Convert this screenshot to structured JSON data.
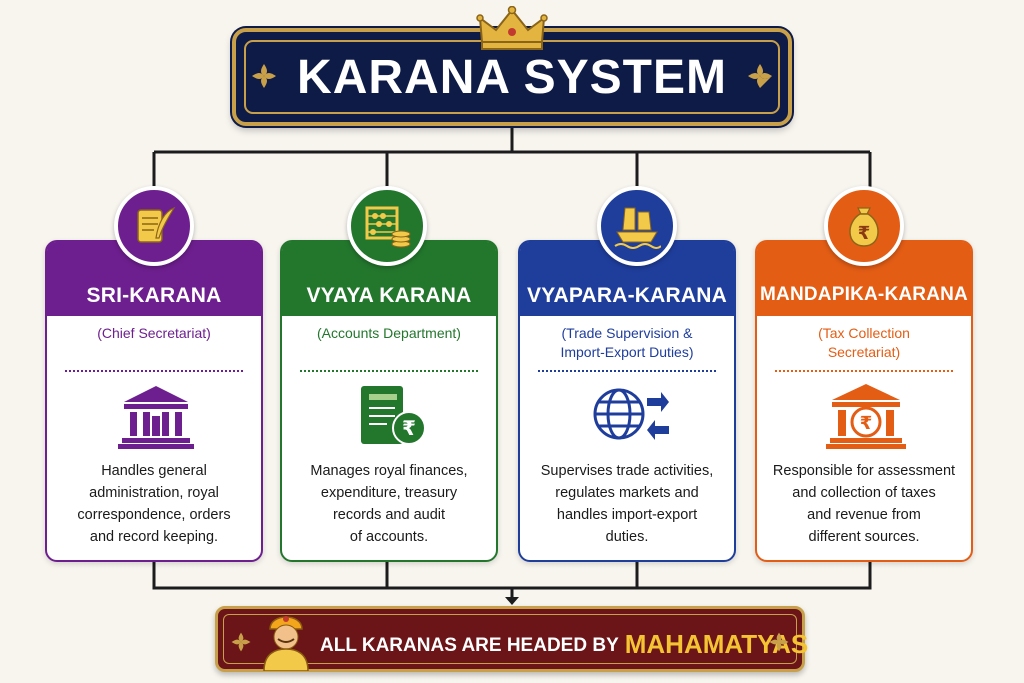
{
  "title": "KARANA SYSTEM",
  "colors": {
    "navy": "#0f1b47",
    "gold": "#c9a04a",
    "maroon": "#6b1518",
    "purple": "#6e1f8f",
    "green": "#23772d",
    "blue": "#1f3e9c",
    "orange": "#e35d15"
  },
  "cards": [
    {
      "title": "SRI-KARANA",
      "subtitle_lines": [
        "(Chief Secretariat)"
      ],
      "badge_icon": "scroll-quill-icon",
      "body_icon": "temple-building-icon",
      "description_lines": [
        "Handles general",
        "administration, royal",
        "correspondence, orders",
        "and record keeping."
      ]
    },
    {
      "title": "VYAYA KARANA",
      "subtitle_lines": [
        "(Accounts Department)"
      ],
      "badge_icon": "abacus-coins-icon",
      "body_icon": "ledger-rupee-icon",
      "description_lines": [
        "Manages royal finances,",
        "expenditure, treasury",
        "records and audit",
        "of accounts."
      ]
    },
    {
      "title": "VYAPARA-KARANA",
      "subtitle_lines": [
        "(Trade Supervision &",
        "Import-Export Duties)"
      ],
      "badge_icon": "ship-icon",
      "body_icon": "globe-arrows-icon",
      "description_lines": [
        "Supervises trade activities,",
        "regulates markets and",
        "handles import-export",
        "duties."
      ]
    },
    {
      "title": "MANDAPIKA-KARANA",
      "subtitle_lines": [
        "(Tax Collection",
        "Secretariat)"
      ],
      "badge_icon": "money-bag-icon",
      "body_icon": "treasury-rupee-icon",
      "description_lines": [
        "Responsible for assessment",
        "and collection of taxes",
        "and revenue from",
        "different sources."
      ]
    }
  ],
  "footer": {
    "lead": "ALL KARANAS ARE HEADED BY",
    "emphasis": "MAHAMATYAS"
  }
}
